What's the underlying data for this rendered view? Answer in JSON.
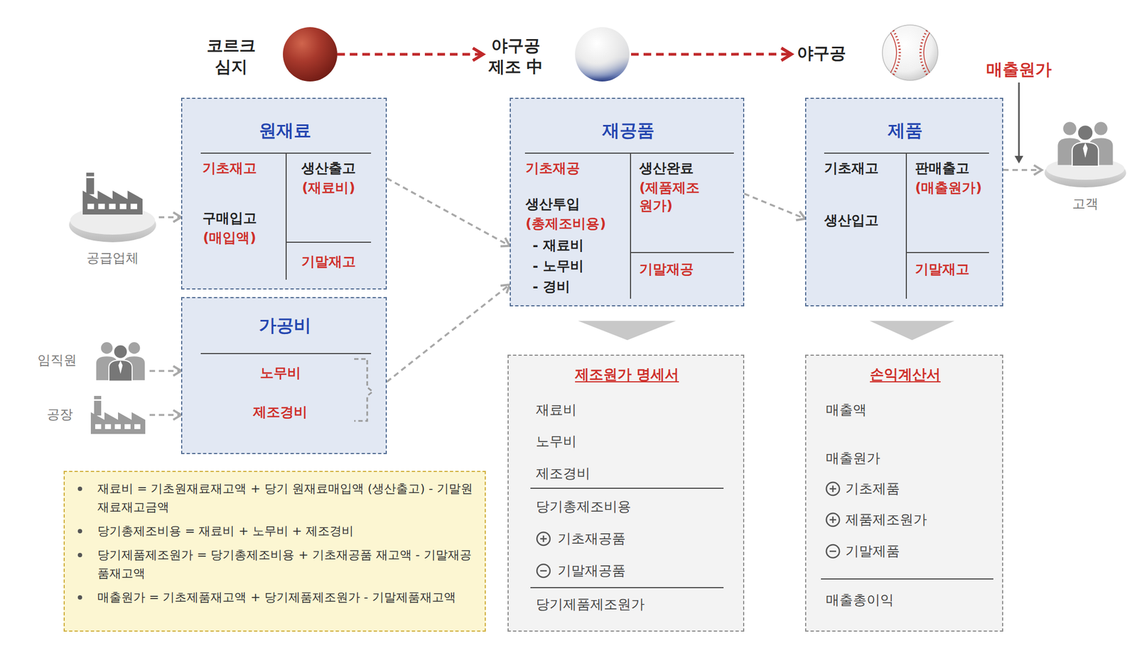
{
  "diagram": {
    "nodes": [
      {
        "text": [
          "코르크 심지"
        ]
      },
      {
        "text": [
          "야구공 제조 中"
        ]
      },
      {
        "text": [
          "야구공"
        ]
      },
      {
        "text": [
          "공급업체"
        ]
      },
      {
        "text": [
          "원재료",
          "기초재고",
          "구매입고",
          "(매입액)",
          "생산출고",
          "(재료비)",
          "기말재고"
        ]
      },
      {
        "text": [
          "가공비",
          "노무비",
          "제조경비"
        ]
      },
      {
        "text": [
          "임직원"
        ]
      },
      {
        "text": [
          "공장"
        ]
      },
      {
        "text": [
          "재공품",
          "기초재공",
          "생산투입",
          "(총제조비용)",
          "- 재료비",
          "- 노무비",
          "- 경비",
          "생산완료",
          "(제품제조 원가)",
          "기말재공"
        ]
      },
      {
        "text": [
          "제품",
          "기초재고",
          "생산입고",
          "판매출고",
          "(매출원가)",
          "기말재고"
        ]
      },
      {
        "text": [
          "고객"
        ]
      },
      {
        "text": [
          "제조원가 명세서",
          "재료비",
          "노무비",
          "제조경비",
          "당기총제조비용",
          "기초재공품",
          "기말재공품",
          "당기제품제조원가"
        ]
      },
      {
        "text": [
          "손익계산서",
          "매출액",
          "매출원가",
          "기초제품",
          "제품제조원가",
          "기말제품",
          "매출총이익"
        ]
      },
      {
        "text": [
          "재료비 = 기초원재료재고액 + 당기 원재료매입액 (생산출고) - 기말원재료재고금액",
          "당기총제조비용 = 재료비 + 노무비 + 제조경비",
          "당기제품제조원가 = 당기총제조비용 + 기초재공품 재고액 - 기말재공품재고액",
          "매출원가 = 기초제품재고액 + 당기제품제조원가 - 기말제품재고액"
        ]
      }
    ],
    "edges": [
      {
        "from": 0,
        "to": 1,
        "arrow": "to"
      },
      {
        "from": 1,
        "to": 2,
        "arrow": "to"
      },
      {
        "from": 3,
        "to": 4,
        "arrow": "to"
      },
      {
        "from": 6,
        "to": 5,
        "arrow": "to"
      },
      {
        "from": 7,
        "to": 5,
        "arrow": "to"
      },
      {
        "from": 4,
        "to": 8,
        "arrow": "to"
      },
      {
        "from": 5,
        "to": 8,
        "arrow": "to"
      },
      {
        "from": 8,
        "to": 9,
        "arrow": "to"
      },
      {
        "from": 9,
        "to": 10,
        "arrow": "to"
      },
      {
        "from": 8,
        "to": 11,
        "arrow": "to"
      },
      {
        "from": 9,
        "to": 12,
        "arrow": "to"
      }
    ],
    "labels": [
      "매출원가"
    ]
  }
}
